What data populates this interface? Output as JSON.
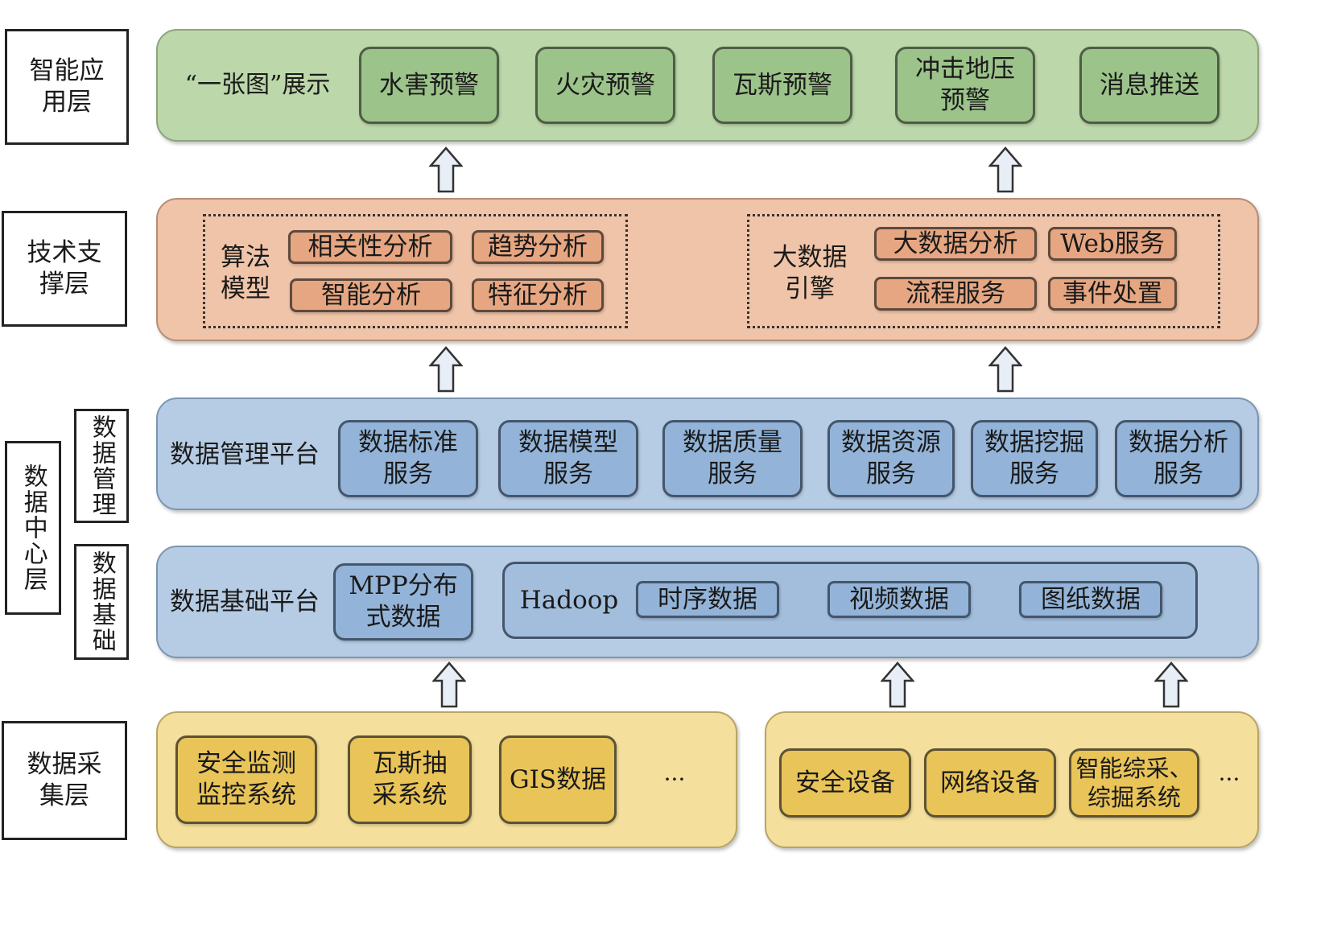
{
  "layers": {
    "app": "智能应\n用层",
    "tech": "技术支\n撑层",
    "data_center": "数据中心层",
    "data_mgmt": "数据管理",
    "data_base": "数据基础",
    "collect": "数据采\n集层"
  },
  "app_layer": {
    "display": "“一张图”展示",
    "items": [
      "水害预警",
      "火灾预警",
      "瓦斯预警",
      "冲击地压\n预警",
      "消息推送"
    ]
  },
  "tech_layer": {
    "algo_title": "算法\n模型",
    "algo_items": [
      "相关性分析",
      "趋势分析",
      "智能分析",
      "特征分析"
    ],
    "engine_title": "大数据\n引擎",
    "engine_items": [
      "大数据分析",
      "Web服务",
      "流程服务",
      "事件处置"
    ]
  },
  "mgmt_layer": {
    "title": "数据管理平台",
    "items": [
      "数据标准\n服务",
      "数据模型\n服务",
      "数据质量\n服务",
      "数据资源\n服务",
      "数据挖掘\n服务",
      "数据分析\n服务"
    ]
  },
  "base_layer": {
    "title": "数据基础平台",
    "mpp": "MPP分布\n式数据",
    "hadoop": "Hadoop",
    "hadoop_items": [
      "时序数据",
      "视频数据",
      "图纸数据"
    ]
  },
  "collect_layer": {
    "left_items": [
      "安全监测\n监控系统",
      "瓦斯抽\n采系统",
      "GIS数据"
    ],
    "left_more": "···",
    "right_items": [
      "安全设备",
      "网络设备",
      "智能综采、\n综掘系统"
    ],
    "right_more": "···"
  },
  "colors": {
    "green_band": "#bcd7a9",
    "green_box": "#9cc38a",
    "orange_band": "#f0c4a8",
    "orange_box": "#e6a681",
    "blue_band": "#b6cce4",
    "blue_box": "#93b4d8",
    "yellow_band": "#f4df9c",
    "yellow_box": "#e9c458"
  }
}
